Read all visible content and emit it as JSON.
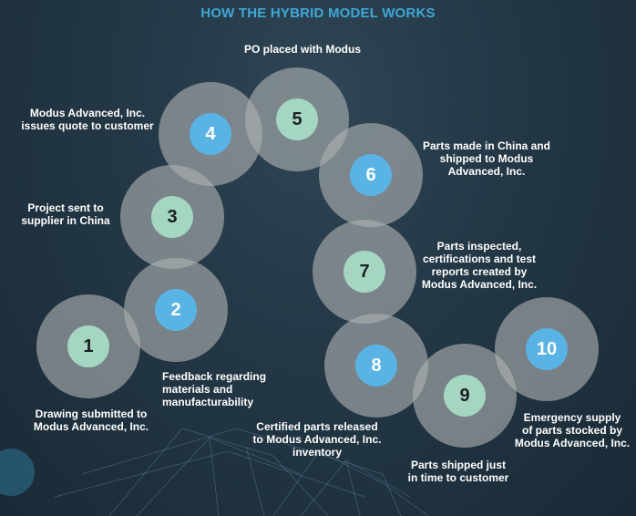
{
  "title": "HOW THE HYBRID MODEL WORKS",
  "colors": {
    "title": "#3fa8d6",
    "blue_dot": "#59b3e4",
    "green_dot": "#a5d6c1",
    "halo": "#afb2b2",
    "background": "#233745"
  },
  "steps": [
    {
      "number": "1",
      "label": "Drawing submitted to\nModus Advanced, Inc.",
      "dot": "green"
    },
    {
      "number": "2",
      "label": "Feedback regarding\nmaterials and\nmanufacturability",
      "dot": "blue"
    },
    {
      "number": "3",
      "label": "Project sent to\nsupplier in China",
      "dot": "green"
    },
    {
      "number": "4",
      "label": "Modus Advanced, Inc.\nissues quote to customer",
      "dot": "blue"
    },
    {
      "number": "5",
      "label": "PO placed with Modus",
      "dot": "green"
    },
    {
      "number": "6",
      "label": "Parts made in China and\nshipped to Modus\nAdvanced, Inc.",
      "dot": "blue"
    },
    {
      "number": "7",
      "label": "Parts inspected,\ncertifications and test\nreports created by\nModus Advanced, Inc.",
      "dot": "green"
    },
    {
      "number": "8",
      "label": "Certified parts released\nto Modus Advanced, Inc.\ninventory",
      "dot": "blue"
    },
    {
      "number": "9",
      "label": "Parts shipped just\nin time to customer",
      "dot": "green"
    },
    {
      "number": "10",
      "label": "Emergency supply\nof parts stocked by\nModus Advanced, Inc.",
      "dot": "blue"
    }
  ]
}
